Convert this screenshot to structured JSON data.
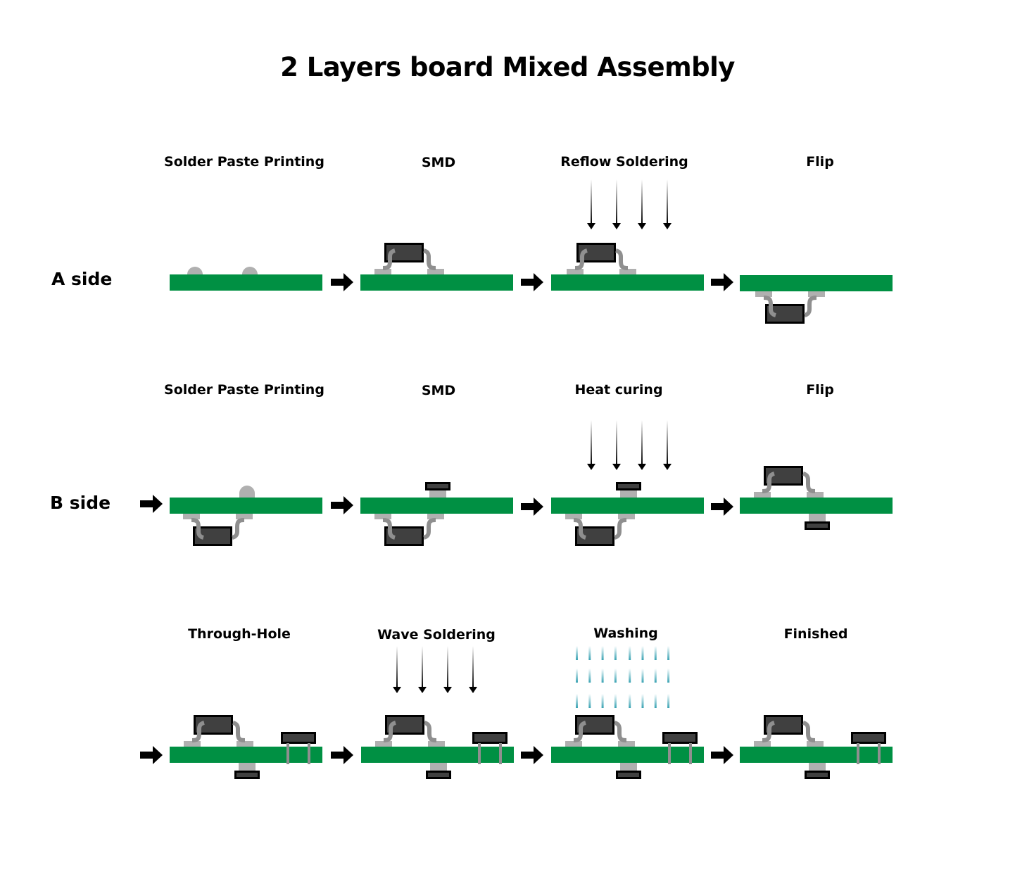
{
  "title": "2 Layers board Mixed Assembly",
  "colors": {
    "board": "#009043",
    "pad": "#b0b0b0",
    "lead": "#8f8f8f",
    "component": "#404040",
    "component_border": "#000000",
    "arrow": "#000000",
    "water": "#3aa3b3"
  },
  "rows": [
    {
      "side_label": "A side",
      "steps": [
        {
          "label": "Solder Paste Printing"
        },
        {
          "label": "SMD"
        },
        {
          "label": "Reflow Soldering"
        },
        {
          "label": "Flip"
        }
      ]
    },
    {
      "side_label": "B side",
      "steps": [
        {
          "label": "Solder Paste Printing"
        },
        {
          "label": "SMD"
        },
        {
          "label": "Heat curing"
        },
        {
          "label": "Flip"
        }
      ]
    },
    {
      "side_label": "",
      "steps": [
        {
          "label": "Through-Hole"
        },
        {
          "label": "Wave Soldering"
        },
        {
          "label": "Washing"
        },
        {
          "label": "Finished"
        }
      ]
    }
  ]
}
